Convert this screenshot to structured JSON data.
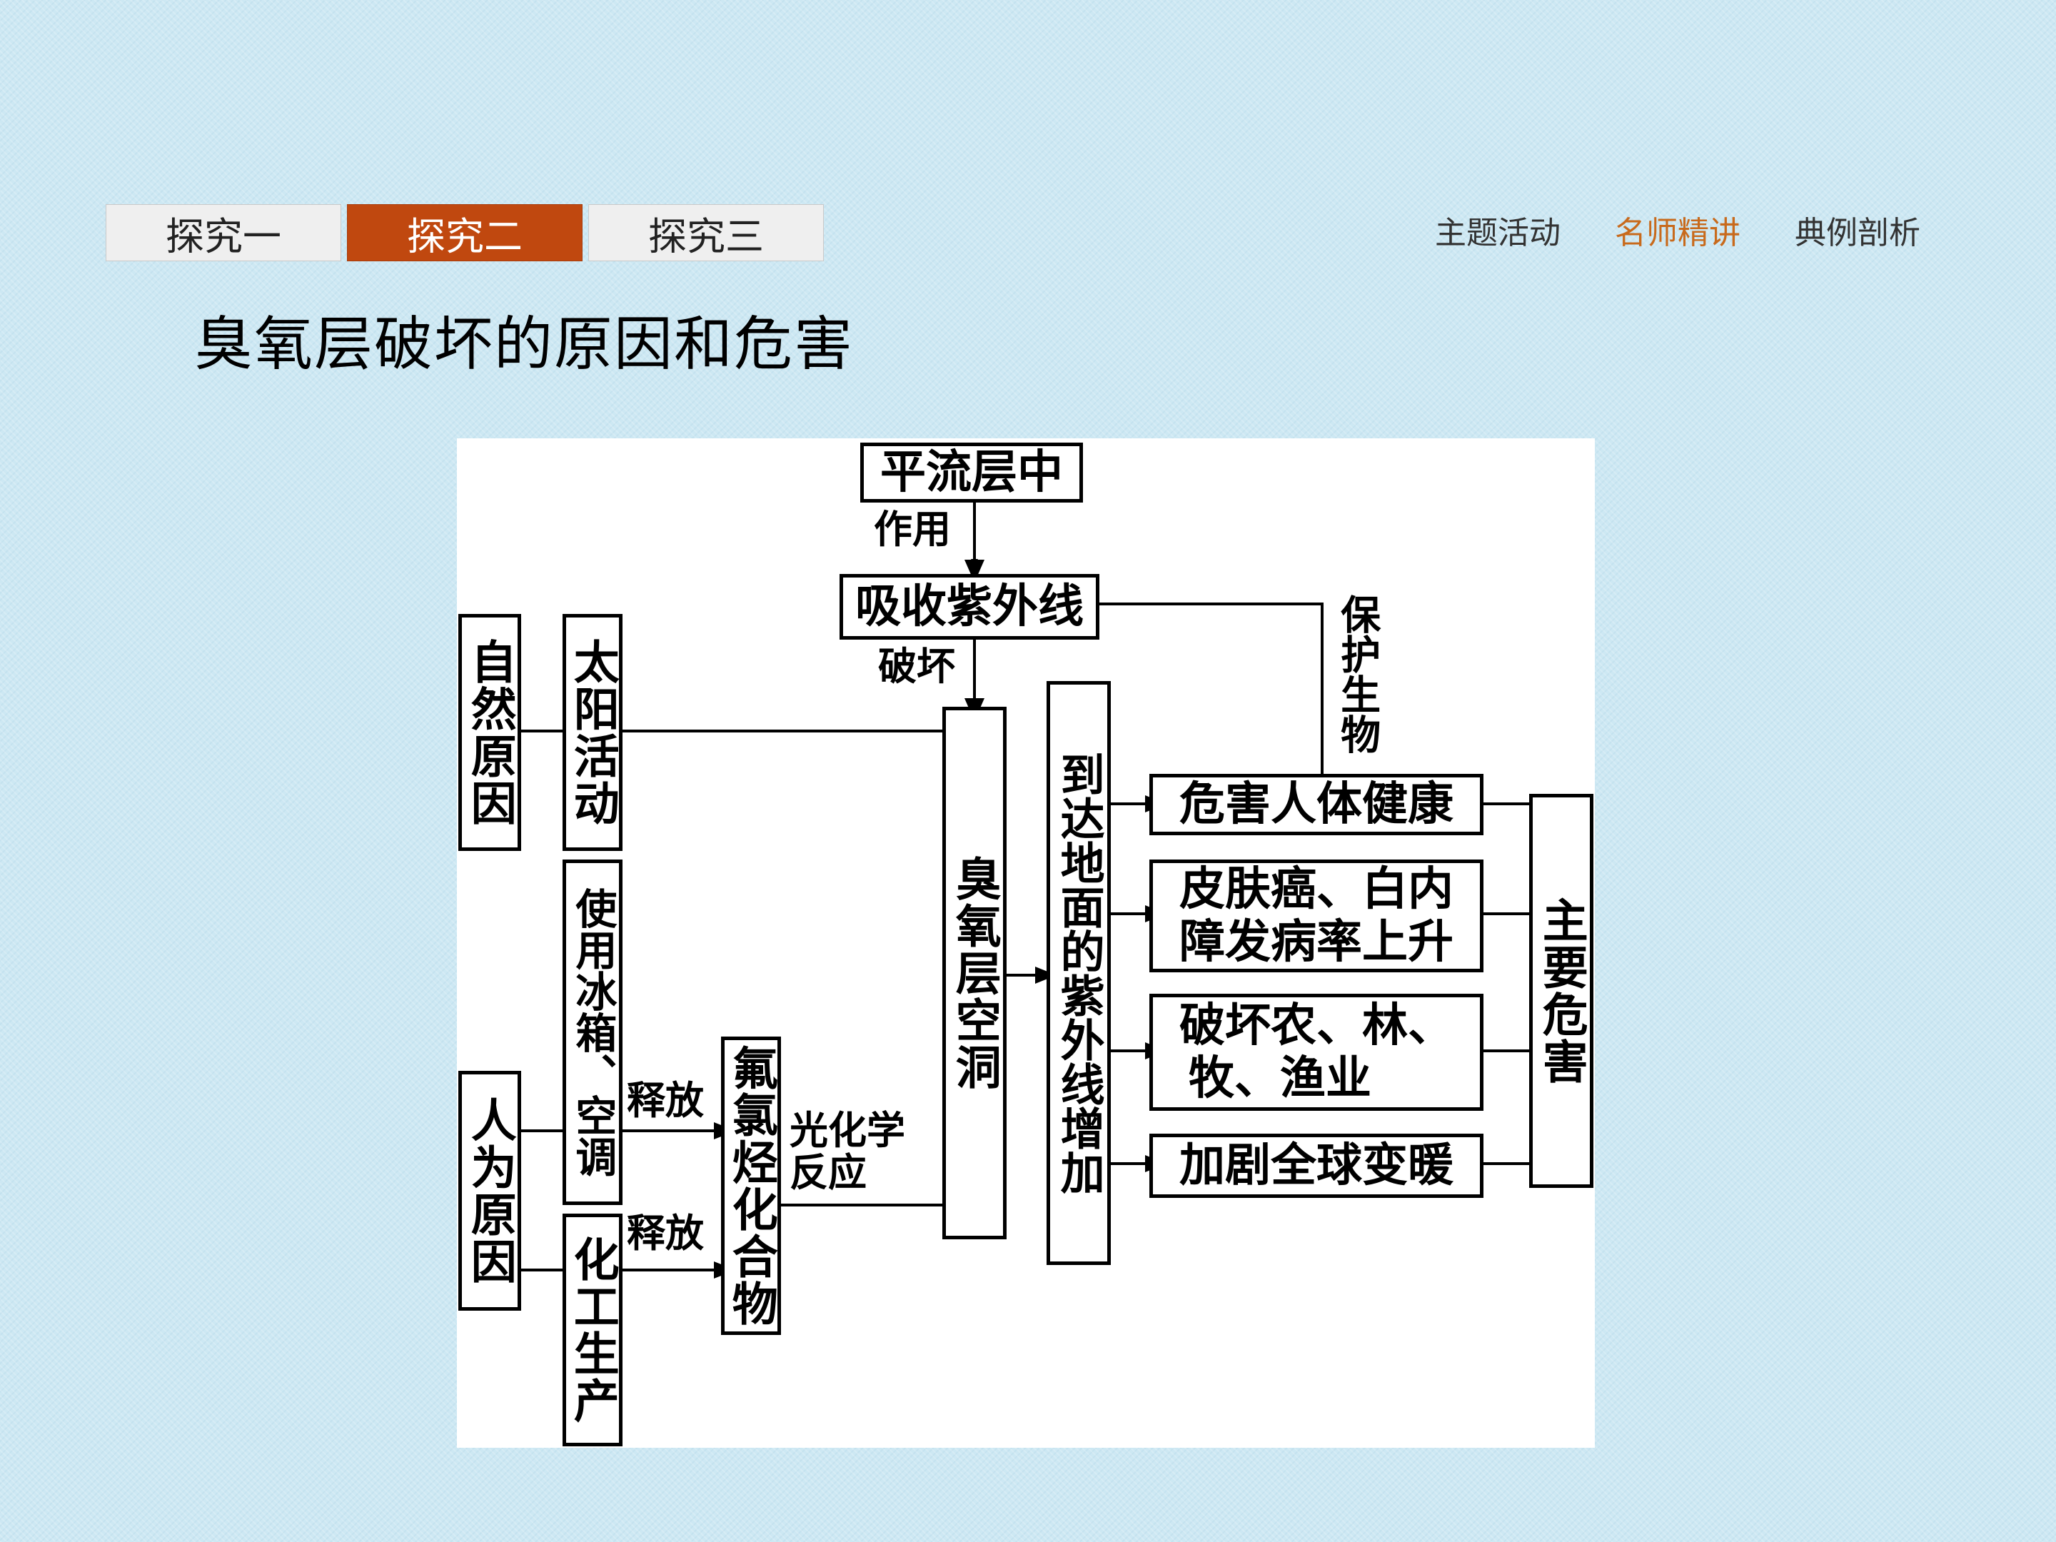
{
  "tabs": [
    {
      "label": "探究一",
      "active": false
    },
    {
      "label": "探究二",
      "active": true
    },
    {
      "label": "探究三",
      "active": false
    }
  ],
  "nav": [
    "主题活动",
    "名师精讲",
    "典例剖析"
  ],
  "nav_active_index": 1,
  "accent_color": "#c0480f",
  "title": "臭氧层破坏的原因和危害",
  "diagram": {
    "nodes": {
      "stratosphere": "平流层中",
      "absorb_uv": "吸收紫外线",
      "natural_cause": "自然原因",
      "solar_activity": "太阳活动",
      "human_cause": "人为原因",
      "fridge_ac": "使用冰箱、空调",
      "chem_production": "化工生产",
      "cfc": "氟氯烃化合物",
      "ozone_hole": "臭氧层空洞",
      "uv_increase": "到达地面的紫外线增加",
      "harm_health": "危害人体健康",
      "harm_cancer_line1": "皮肤癌、白内",
      "harm_cancer_line2": "障发病率上升",
      "harm_agri_line1": "破坏农、林、",
      "harm_agri_line2": "牧、渔业",
      "harm_warming": "加剧全球变暖",
      "main_harm": "主要危害"
    },
    "labels": {
      "effect": "作用",
      "destroy": "破坏",
      "protect": "保护生物",
      "release1": "释放",
      "release2": "释放",
      "photochem_line1": "光化学",
      "photochem_line2": "反应"
    }
  }
}
